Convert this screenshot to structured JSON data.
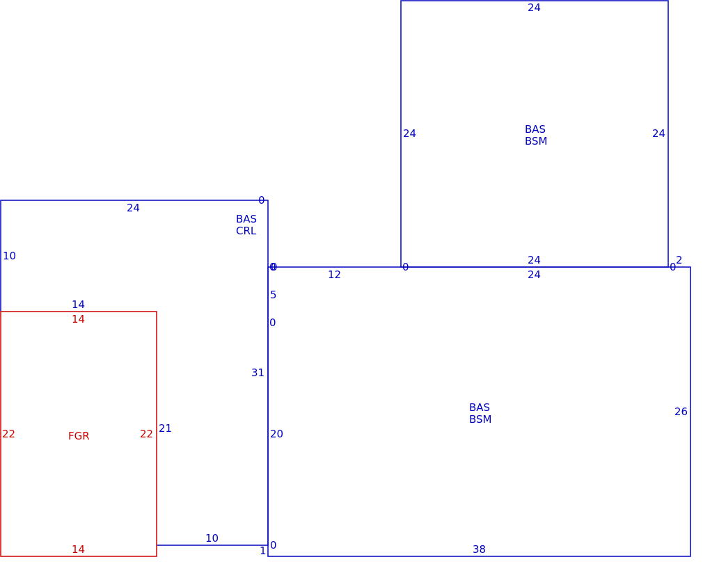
{
  "colors": {
    "blue": "#0000c0",
    "red": "#cc0000",
    "background": "#ffffff"
  },
  "areas": [
    {
      "id": "bas-crl",
      "codes": [
        "BAS",
        "CRL"
      ],
      "color": "blue",
      "dims": [
        "0",
        "24",
        "10",
        "14",
        "21",
        "10",
        "1",
        "31",
        "5",
        "0"
      ]
    },
    {
      "id": "fgr",
      "codes": [
        "FGR"
      ],
      "color": "red",
      "dims": [
        "14",
        "22",
        "22",
        "14"
      ]
    },
    {
      "id": "bas-bsm-upper",
      "codes": [
        "BAS",
        "BSM"
      ],
      "color": "blue",
      "dims": [
        "24",
        "24",
        "24",
        "24",
        "0",
        "0"
      ]
    },
    {
      "id": "bas-bsm-lower",
      "codes": [
        "BAS",
        "BSM"
      ],
      "color": "blue",
      "dims": [
        "0",
        "12",
        "24",
        "2",
        "26",
        "38",
        "0",
        "20"
      ]
    }
  ]
}
